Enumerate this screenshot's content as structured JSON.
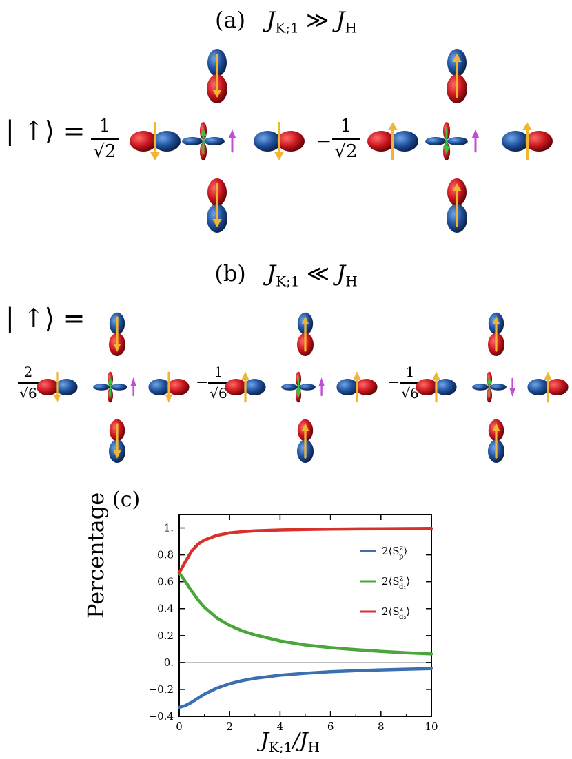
{
  "panels": {
    "a": {
      "label": "(a)",
      "condition_left": "J",
      "condition_sub": "K;1",
      "condition_rel": "≫",
      "condition_right": "J",
      "condition_right_sub": "H",
      "lhs": "| ↑⟩ =",
      "coef1_num": "1",
      "coef1_den": "√2",
      "minus": "−",
      "coef2_num": "1",
      "coef2_den": "√2"
    },
    "b": {
      "label": "(b)",
      "condition_left": "J",
      "condition_sub": "K;1",
      "condition_rel": "≪",
      "condition_right": "J",
      "condition_right_sub": "H",
      "lhs": "| ↑⟩ =",
      "coef1_num": "2",
      "coef1_den": "√6",
      "minus": "−",
      "coef2_num": "1",
      "coef2_den": "√6",
      "coef3_num": "1",
      "coef3_den": "√6"
    },
    "c": {
      "label": "(c)"
    }
  },
  "colors": {
    "orbital_red": "#c8161d",
    "orbital_blue": "#1f4f9a",
    "arrow_gold": "#f2b530",
    "arrow_green": "#3fbf3f",
    "arrow_magenta": "#c04fd6"
  },
  "chart_data": {
    "type": "line",
    "xlabel": "J_{K;1}/J_H",
    "xlabel_main": "J",
    "xlabel_sub": "K;1",
    "xlabel_tail": "/J",
    "xlabel_tail_sub": "H",
    "ylabel": "Percentage",
    "xlim": [
      0,
      10
    ],
    "ylim": [
      -0.4,
      1.1
    ],
    "xticks": [
      0,
      2,
      4,
      6,
      8,
      10
    ],
    "yticks": [
      -0.4,
      -0.2,
      0.0,
      0.2,
      0.4,
      0.6,
      0.8,
      1.0
    ],
    "ytick_labels": [
      "−0.4",
      "−0.2",
      "0.",
      "0.2",
      "0.4",
      "0.6",
      "0.8",
      "1."
    ],
    "legend_position": "top-right",
    "zero_line": true,
    "x": [
      0,
      0.25,
      0.5,
      0.75,
      1,
      1.5,
      2,
      2.5,
      3,
      4,
      5,
      6,
      7,
      8,
      9,
      10
    ],
    "series": [
      {
        "name": "2⟨S_p^z⟩",
        "legend_main": "2⟨S",
        "legend_sup": "z",
        "legend_sub": "p",
        "legend_close": "⟩",
        "color": "#3b6fb0",
        "values": [
          -0.333,
          -0.32,
          -0.295,
          -0.265,
          -0.235,
          -0.19,
          -0.158,
          -0.135,
          -0.118,
          -0.095,
          -0.08,
          -0.069,
          -0.061,
          -0.055,
          -0.05,
          -0.045
        ]
      },
      {
        "name": "2⟨S_d1^z⟩",
        "legend_main": "2⟨S",
        "legend_sup": "z",
        "legend_sub": "d₁",
        "legend_close": "⟩",
        "color": "#4aa53a",
        "values": [
          0.667,
          0.6,
          0.53,
          0.465,
          0.41,
          0.33,
          0.275,
          0.235,
          0.205,
          0.16,
          0.13,
          0.11,
          0.095,
          0.082,
          0.072,
          0.064
        ]
      },
      {
        "name": "2⟨S_d2^z⟩",
        "legend_main": "2⟨S",
        "legend_sup": "z",
        "legend_sub": "d₂",
        "legend_close": "⟩",
        "color": "#d6322b",
        "values": [
          0.667,
          0.75,
          0.83,
          0.88,
          0.91,
          0.945,
          0.963,
          0.972,
          0.978,
          0.985,
          0.989,
          0.991,
          0.993,
          0.994,
          0.995,
          0.996
        ]
      }
    ]
  }
}
